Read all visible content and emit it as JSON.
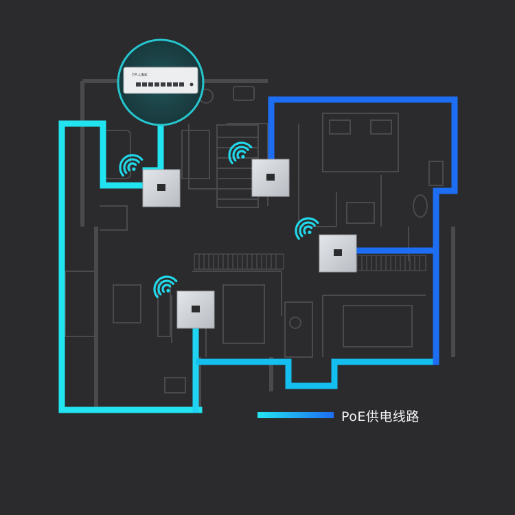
{
  "switch": {
    "brand_label": "TP-LINK"
  },
  "legend": {
    "label": "PoE供电线路",
    "color_start": "#22e4f0",
    "color_end": "#1d6ef2"
  },
  "colors": {
    "background": "#2b2b2d",
    "floorplan_lines": "#4a4a4c",
    "cyan_line": "#22e4f0",
    "mid_line": "#14bff0",
    "blue_line": "#1d6ef2",
    "wifi": "#20d8ea",
    "panel": "#c9cdd2"
  },
  "access_points": [
    {
      "name": "ap-panel-1",
      "icon": "ethernet-port-icon",
      "wifi": "wifi-icon"
    },
    {
      "name": "ap-panel-2",
      "icon": "ethernet-port-icon",
      "wifi": "wifi-icon"
    },
    {
      "name": "ap-panel-3",
      "icon": "ethernet-port-icon",
      "wifi": "wifi-icon"
    },
    {
      "name": "ap-panel-4",
      "icon": "ethernet-port-icon",
      "wifi": "wifi-icon"
    }
  ]
}
